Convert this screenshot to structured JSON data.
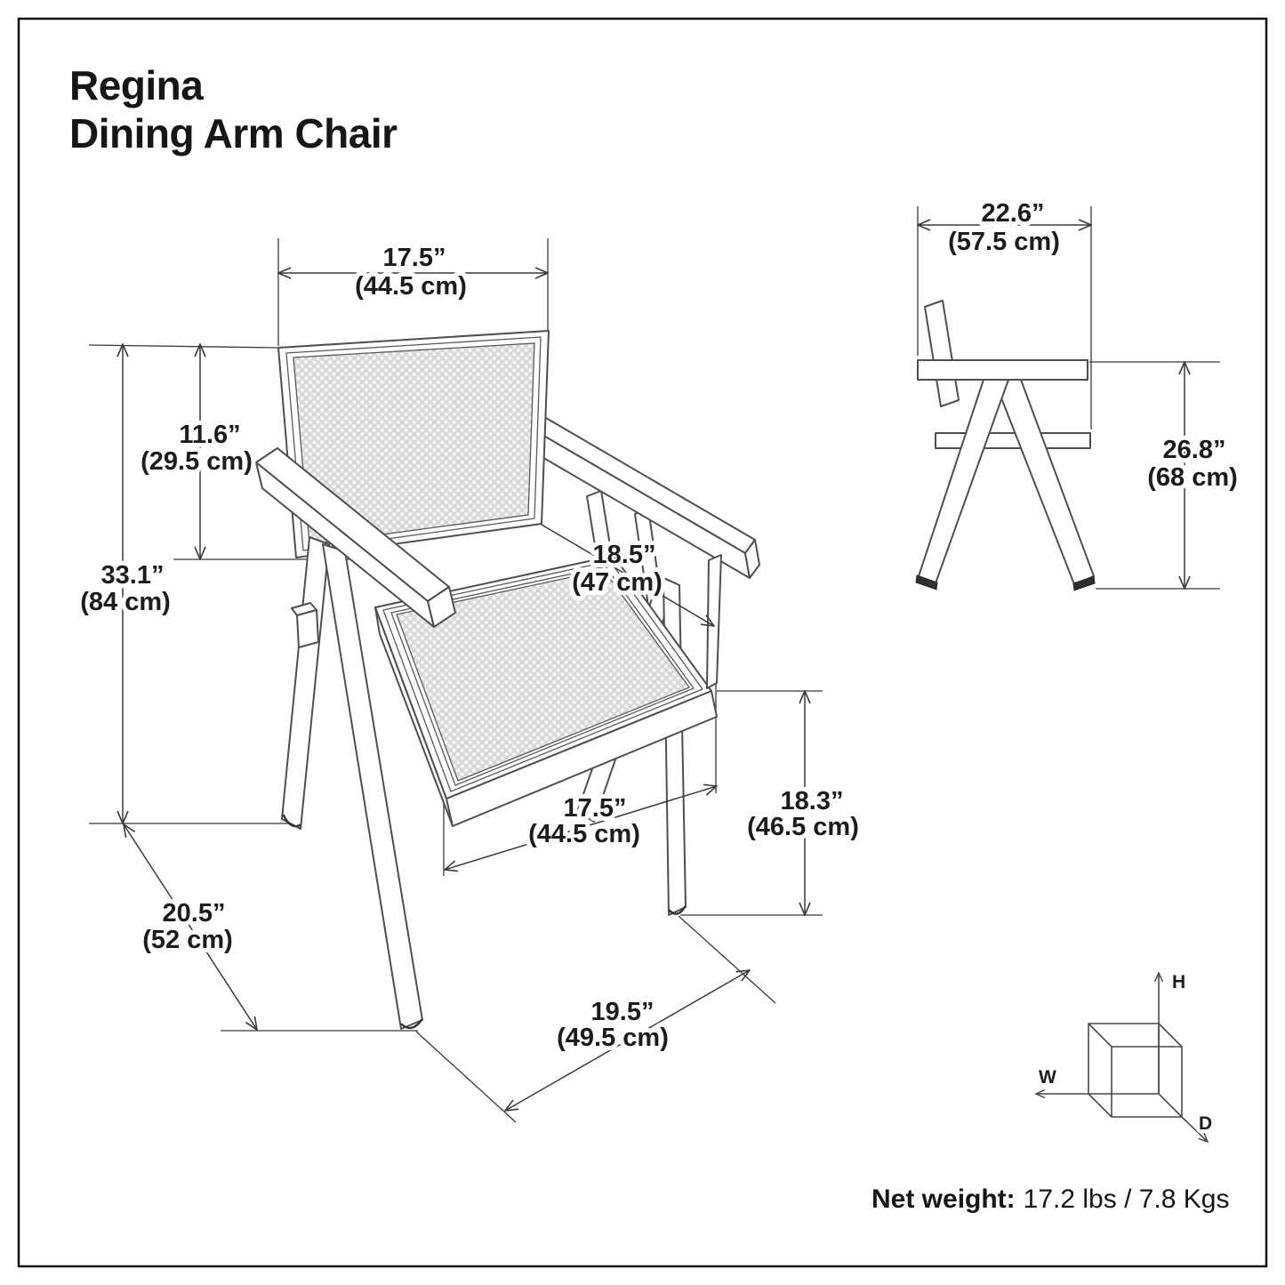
{
  "title": {
    "line1": "Regina",
    "line2": "Dining Arm Chair"
  },
  "product": "Regina Dining Arm Chair",
  "colors": {
    "background": "#ffffff",
    "border": "#111111",
    "line": "#4f4f4f",
    "dimension_line": "#3a3a3a",
    "cane_fill": "#dcdcdc",
    "text": "#161616"
  },
  "dims": {
    "back_width": {
      "in": "17.5”",
      "cm": "(44.5 cm)"
    },
    "back_height": {
      "in": "11.6”",
      "cm": "(29.5 cm)"
    },
    "total_height": {
      "in": "33.1”",
      "cm": "(84 cm)"
    },
    "seat_depth": {
      "in": "18.5”",
      "cm": "(47 cm)"
    },
    "seat_width": {
      "in": "17.5”",
      "cm": "(44.5 cm)"
    },
    "seat_height": {
      "in": "18.3”",
      "cm": "(46.5 cm)"
    },
    "total_depth": {
      "in": "20.5”",
      "cm": "(52 cm)"
    },
    "front_width": {
      "in": "19.5”",
      "cm": "(49.5 cm)"
    },
    "side_depth": {
      "in": "22.6”",
      "cm": "(57.5 cm)"
    },
    "arm_height": {
      "in": "26.8”",
      "cm": "(68 cm)"
    }
  },
  "orientation_cube": {
    "h": "H",
    "w": "W",
    "d": "D"
  },
  "net_weight": {
    "label": "Net weight:",
    "value": "17.2 lbs / 7.8 Kgs"
  }
}
